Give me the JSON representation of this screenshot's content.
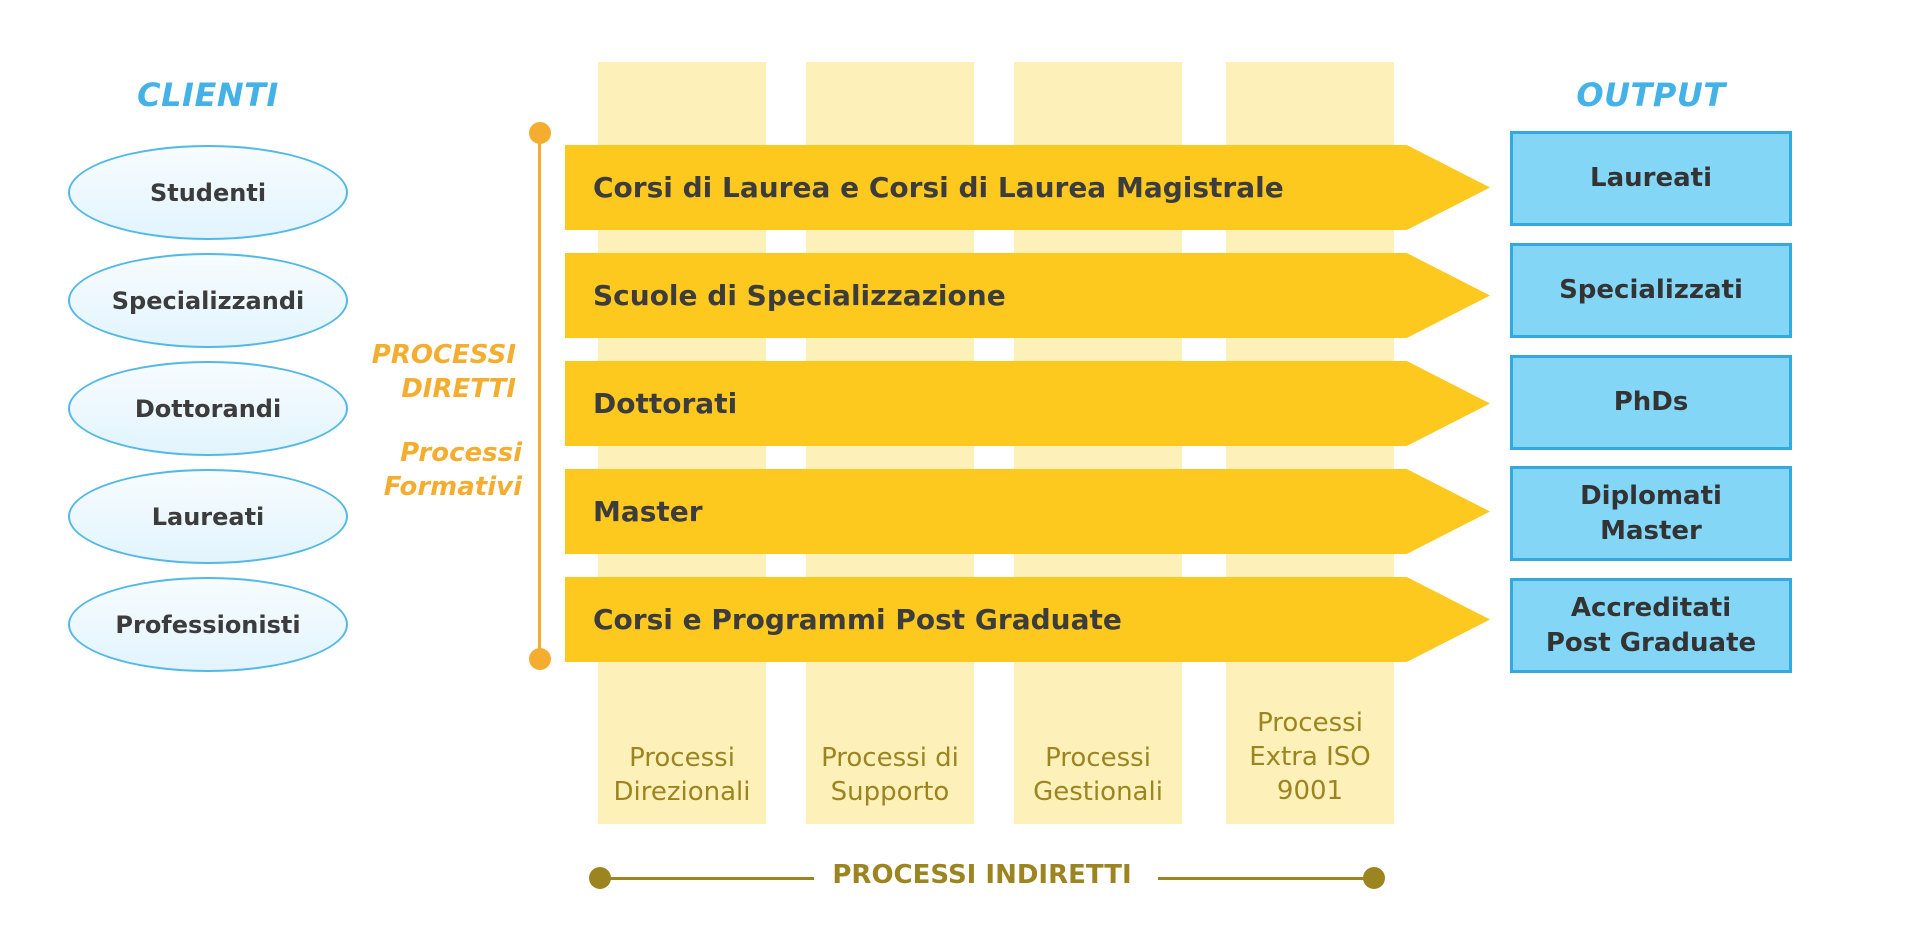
{
  "clients": {
    "heading": "CLIENTI",
    "items": [
      "Studenti",
      "Specializzandi",
      "Dottorandi",
      "Laureati",
      "Professionisti"
    ]
  },
  "output": {
    "heading": "OUTPUT",
    "items": [
      "Laureati",
      "Specializzati",
      "PhDs",
      "Diplomati\nMaster",
      "Accreditati\nPost Graduate"
    ]
  },
  "direct": {
    "label_1": "PROCESSI\nDIRETTI",
    "label_2": "Processi\nFormativi",
    "processes": [
      "Corsi di Laurea e Corsi di Laurea Magistrale",
      "Scuole di Specializzazione",
      "Dottorati",
      "Master",
      "Corsi e Programmi Post Graduate"
    ]
  },
  "indirect": {
    "label": "PROCESSI INDIRETTI",
    "columns": [
      "Processi\nDirezionali",
      "Processi di\nSupporto",
      "Processi\nGestionali",
      "Processi\nExtra ISO\n9001"
    ]
  },
  "colors": {
    "heading_blue": "#44b2e6",
    "arrow_yellow": "#fdc91f",
    "column_fill": "#fdf0b8",
    "bracket_orange": "#f4ad2f",
    "indirect_olive": "#9c8520",
    "output_fill": "#84d6f6"
  }
}
